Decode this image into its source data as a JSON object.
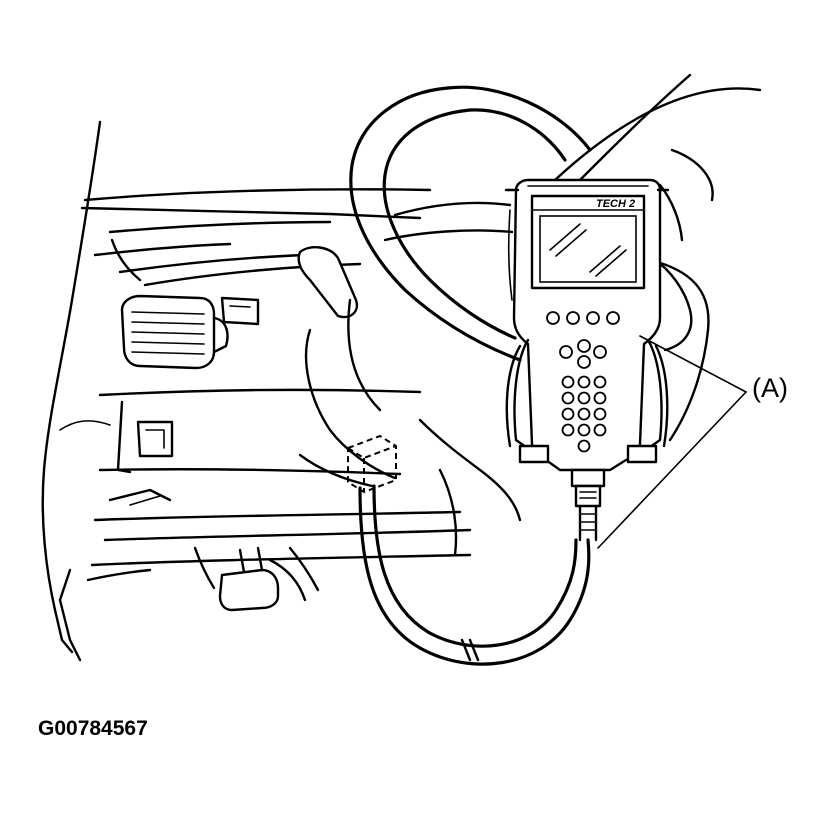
{
  "diagram": {
    "callout_label": "(A)",
    "device_label": "TECH 2",
    "figure_id": "G00784567"
  }
}
